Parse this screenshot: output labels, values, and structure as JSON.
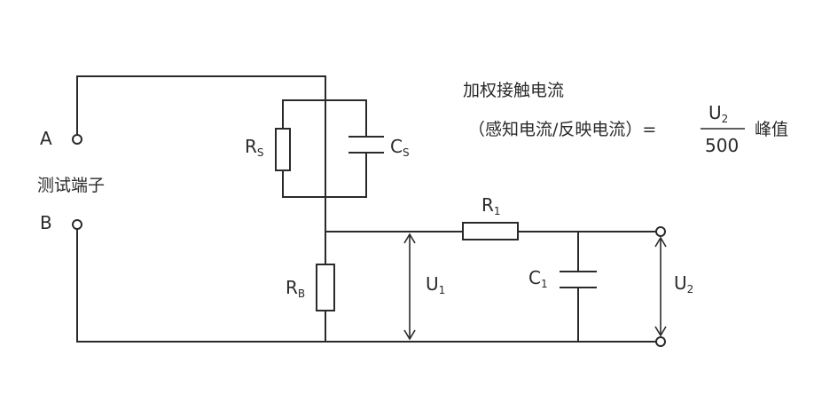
{
  "terminals": {
    "a": "A",
    "b": "B",
    "group_label": "测试端子"
  },
  "components": {
    "rs": {
      "main": "R",
      "sub": "S"
    },
    "cs": {
      "main": "C",
      "sub": "S"
    },
    "rb": {
      "main": "R",
      "sub": "B"
    },
    "r1": {
      "main": "R",
      "sub": "1"
    },
    "c1": {
      "main": "C",
      "sub": "1"
    },
    "u1": {
      "main": "U",
      "sub": "1"
    },
    "u2": {
      "main": "U",
      "sub": "2"
    }
  },
  "formula": {
    "line1": "加权接触电流",
    "lhs": "（感知电流/反映电流）=",
    "numerator_main": "U",
    "numerator_sub": "2",
    "denominator": "500",
    "suffix": "峰值"
  }
}
